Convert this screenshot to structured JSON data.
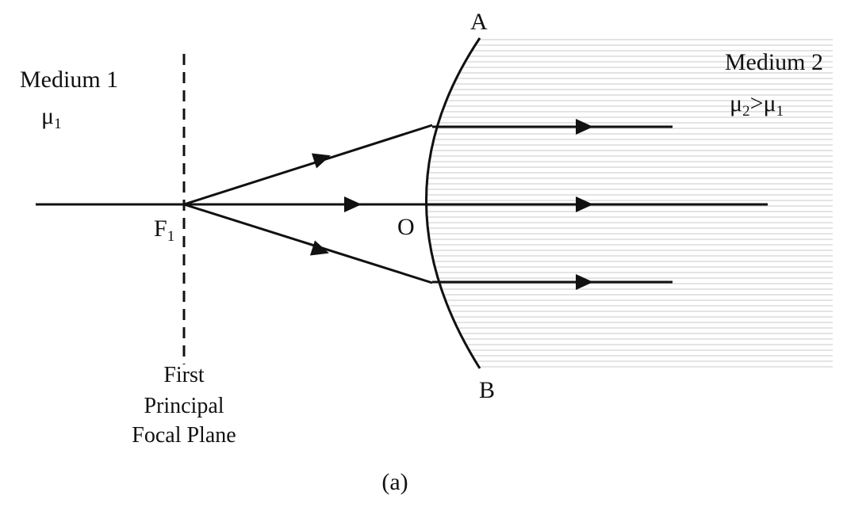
{
  "medium1": {
    "name": "Medium 1",
    "symbol": "μ",
    "subscript": "1"
  },
  "medium2": {
    "name": "Medium 2",
    "relation": {
      "left_symbol": "μ",
      "left_sub": "2",
      "operator": ">",
      "right_symbol": "μ",
      "right_sub": "1"
    }
  },
  "points": {
    "focus": "F",
    "focus_sub": "1",
    "pole": "O",
    "top": "A",
    "bottom": "B"
  },
  "focal_plane": {
    "line1": "First",
    "line2": "Principal",
    "line3": "Focal Plane"
  },
  "caption": "(a)",
  "colors": {
    "ink": "#111111",
    "hatch": "#c8c8c8",
    "background": "#ffffff"
  }
}
